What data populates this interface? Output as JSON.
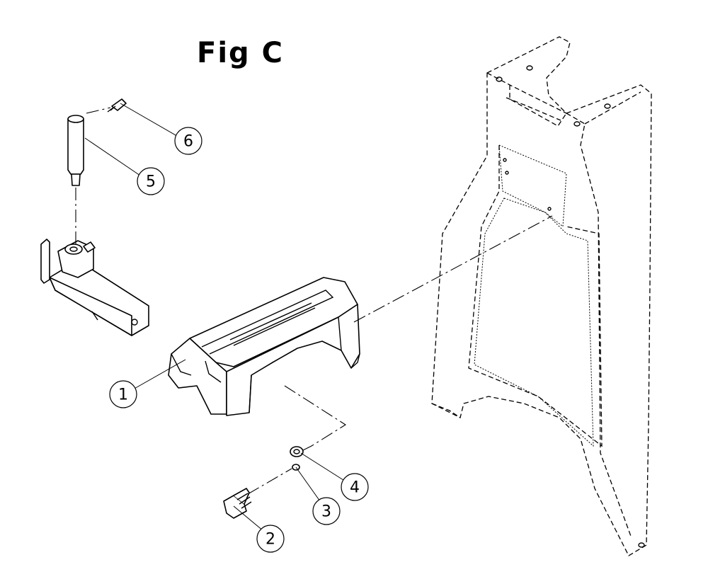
{
  "title": "Fig C",
  "callouts": {
    "c1": "1",
    "c2": "2",
    "c3": "3",
    "c4": "4",
    "c5": "5",
    "c6": "6"
  }
}
